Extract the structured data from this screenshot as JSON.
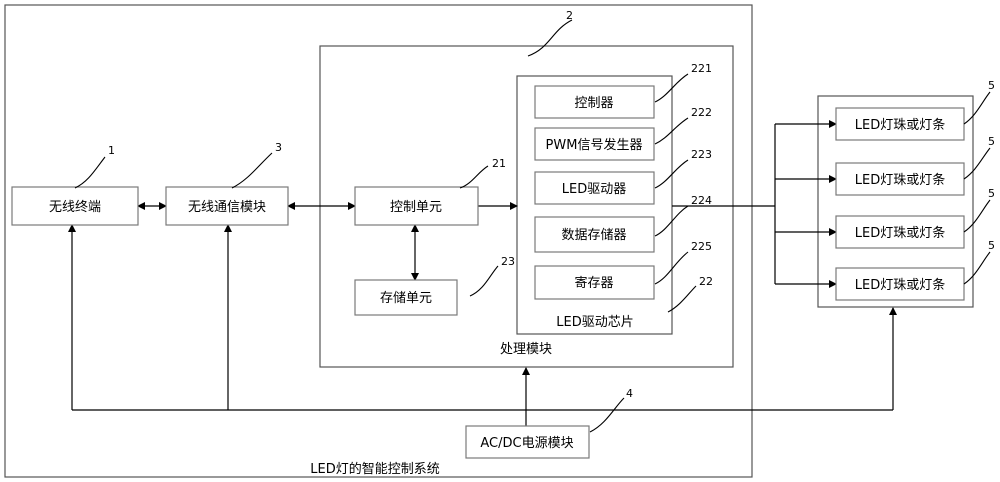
{
  "diagram": {
    "system_caption": "LED灯的智能控制系统",
    "processing_caption": "处理模块",
    "chip_caption": "LED驱动芯片",
    "blocks": {
      "wireless_terminal": "无线终端",
      "wireless_comm": "无线通信模块",
      "control_unit": "控制单元",
      "storage_unit": "存储单元",
      "controller": "控制器",
      "pwm_generator": "PWM信号发生器",
      "led_driver": "LED驱动器",
      "data_storage": "数据存储器",
      "register": "寄存器",
      "power_module": "AC/DC电源模块",
      "led_1": "LED灯珠或灯条",
      "led_2": "LED灯珠或灯条",
      "led_3": "LED灯珠或灯条",
      "led_4": "LED灯珠或灯条"
    },
    "refs": {
      "r1": "1",
      "r2": "2",
      "r3": "3",
      "r4": "4",
      "r21": "21",
      "r22": "22",
      "r23": "23",
      "r221": "221",
      "r222": "222",
      "r223": "223",
      "r224": "224",
      "r225": "225",
      "r5a": "5",
      "r5b": "5",
      "r5c": "5",
      "r5d": "5"
    }
  }
}
